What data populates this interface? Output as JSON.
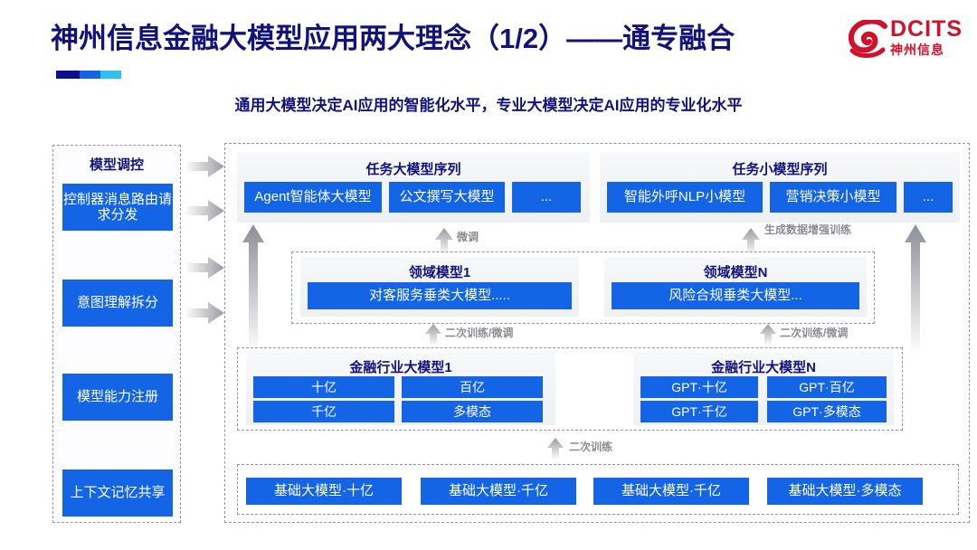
{
  "header": {
    "title": "神州信息金融大模型应用两大理念（1/2）——通专融合",
    "subtitle": "通用大模型决定AI应用的智能化水平，专业大模型决定AI应用的专业化水平",
    "logo_en": "DCITS",
    "logo_cn": "神州信息",
    "accent_colors": [
      "#0d0d8e",
      "#1464e6",
      "#2ec2ec"
    ],
    "brand_red": "#d1112b",
    "title_color": "#12127a"
  },
  "sidebar": {
    "title": "模型调控",
    "items": [
      {
        "label": "控制器消息路由请求分发"
      },
      {
        "label": "意图理解拆分"
      },
      {
        "label": "模型能力注册"
      },
      {
        "label": "上下文记忆共享"
      }
    ]
  },
  "task_large": {
    "title": "任务大模型序列",
    "items": [
      "Agent智能体大模型",
      "公文撰写大模型",
      "..."
    ]
  },
  "task_small": {
    "title": "任务小模型序列",
    "items": [
      "智能外呼NLP小模型",
      "营销决策小模型",
      "..."
    ]
  },
  "domain_models": [
    {
      "title": "领域模型1",
      "item": "对客服务垂类大模型....."
    },
    {
      "title": "领域模型N",
      "item": "风险合规垂类大模型..."
    }
  ],
  "industry_models": [
    {
      "title": "金融行业大模型1",
      "items": [
        "十亿",
        "百亿",
        "千亿",
        "多模态"
      ]
    },
    {
      "title": "金融行业大模型N",
      "items": [
        "GPT·十亿",
        "GPT·百亿",
        "GPT·千亿",
        "GPT·多模态"
      ]
    }
  ],
  "base_models": {
    "items": [
      "基础大模型·十亿",
      "基础大模型·千亿",
      "基础大模型·千亿",
      "基础大模型·多模态"
    ]
  },
  "flow_labels": {
    "fine_tune": "微调",
    "data_aug": "生成数据增强训练",
    "retrain_finetune_left": "二次训练/微调",
    "retrain_finetune_right": "二次训练/微调",
    "retrain": "二次训练"
  },
  "colors": {
    "box_blue": "#1464e6",
    "dashed_border": "#8f8fc4",
    "panel_grey": "#f2f4f7",
    "label_grey": "#8b8b93"
  }
}
